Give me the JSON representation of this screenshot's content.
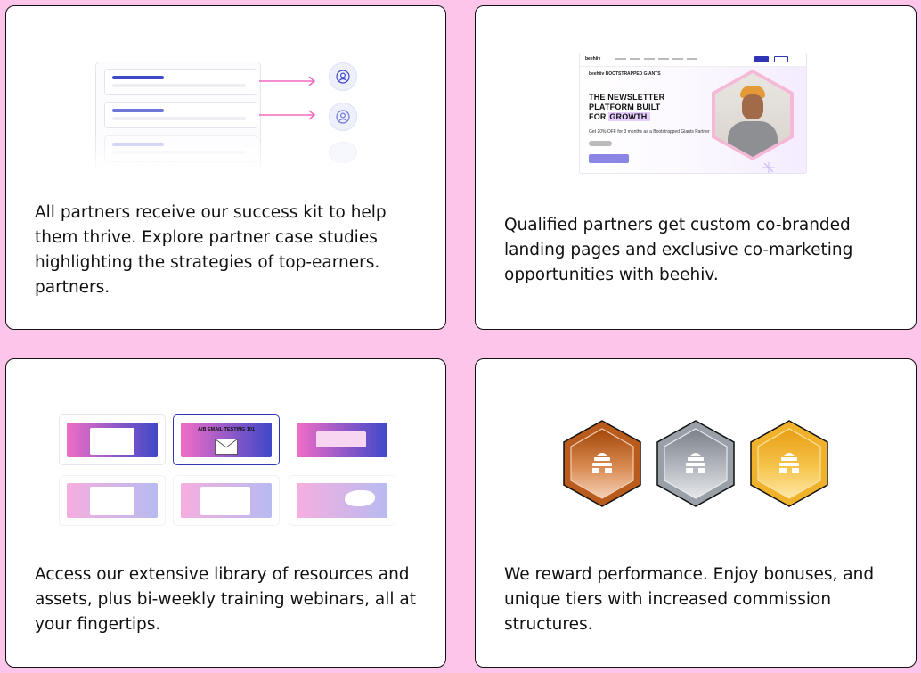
{
  "cards": [
    {
      "description": "All partners receive our success kit to help them thrive. Explore partner case studies highlighting the strategies of top-earners. partners."
    },
    {
      "description": "Qualified partners get custom co-branded landing pages and exclusive co-marketing opportunities with beehiv.",
      "mockup": {
        "brand": "beehiiv",
        "cobrand_logos": "beehiiv   BOOTSTRAPPED GIANTS",
        "headline_line1": "THE NEWSLETTER",
        "headline_line2": "PLATFORM BUILT",
        "headline_line3_prefix": "FOR ",
        "headline_highlight": "GROWTH.",
        "subtext": "Get 20% OFF for 3 months as a Bootstrapped Giants Partner"
      }
    },
    {
      "description": "Access our extensive library of resources and assets, plus bi-weekly training webinars, all at your fingertips.",
      "thumbs": {
        "selected_title": "A/B EMAIL TESTING 101"
      }
    },
    {
      "description": "We reward performance. Enjoy bonuses, and unique tiers with increased commission structures.",
      "badges": [
        {
          "tier": "bronze",
          "color": "#c25c14"
        },
        {
          "tier": "silver",
          "color": "#9ea3ab"
        },
        {
          "tier": "gold",
          "color": "#f2b42b"
        }
      ]
    }
  ],
  "colors": {
    "page_bg": "#fdc5ea",
    "accent": "#3f48c9",
    "arrow": "#f26ac2"
  }
}
